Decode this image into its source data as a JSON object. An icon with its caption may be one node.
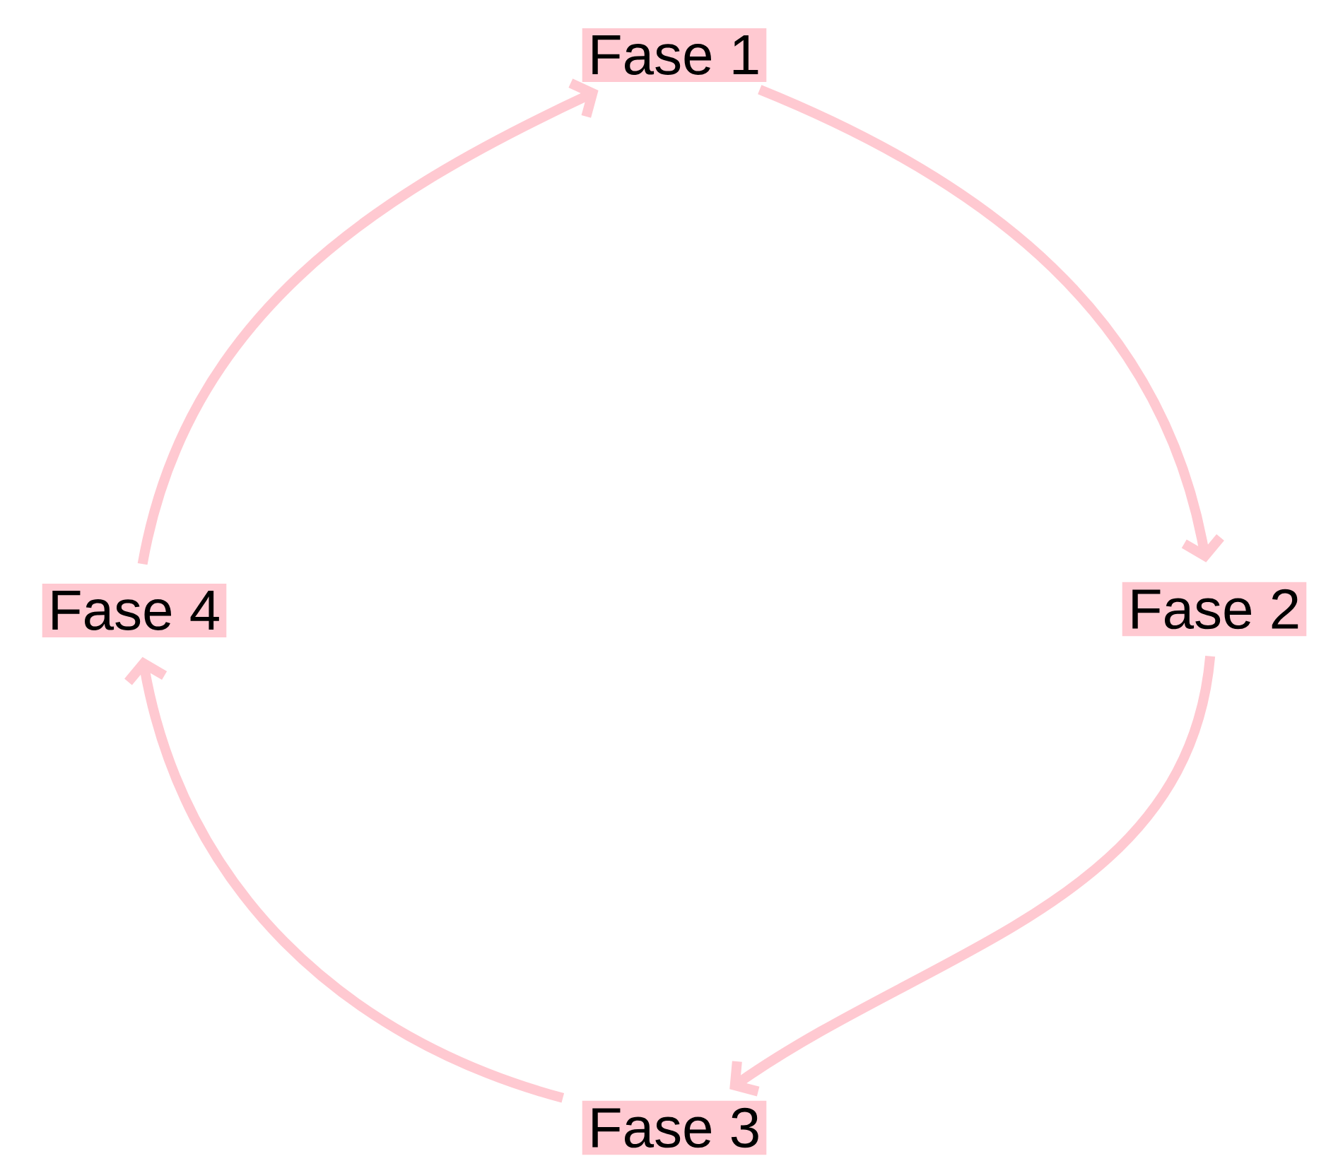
{
  "diagram": {
    "nodes": [
      {
        "text": [
          "Fase 1"
        ]
      },
      {
        "text": [
          "Fase 2"
        ]
      },
      {
        "text": [
          "Fase 3"
        ]
      },
      {
        "text": [
          "Fase 4"
        ]
      }
    ],
    "edges": [
      {
        "from": 0,
        "to": 1,
        "arrow": "to"
      },
      {
        "from": 1,
        "to": 2,
        "arrow": "to"
      },
      {
        "from": 2,
        "to": 3,
        "arrow": "to"
      },
      {
        "from": 3,
        "to": 0,
        "arrow": "to"
      }
    ]
  }
}
